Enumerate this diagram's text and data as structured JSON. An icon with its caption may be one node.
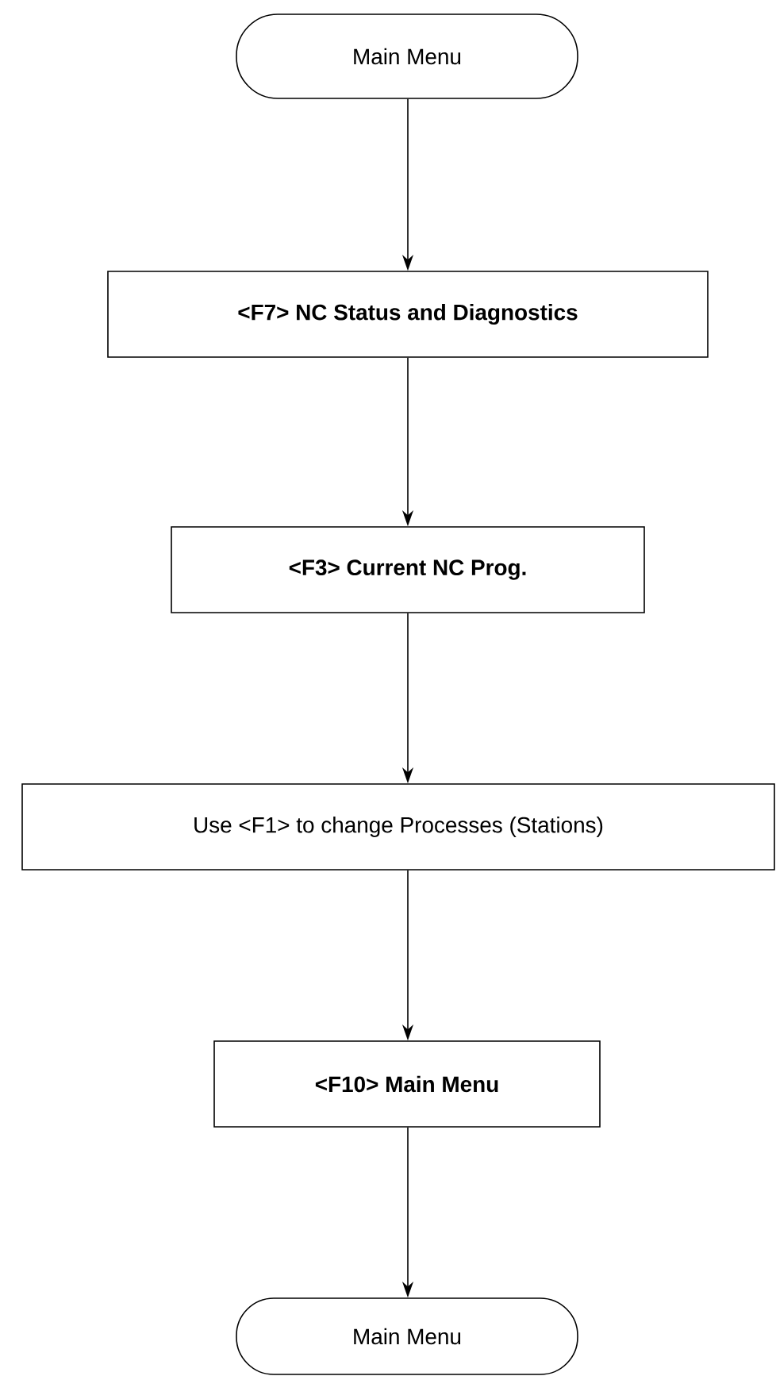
{
  "diagram": {
    "nodes": [
      {
        "text": [
          "Main Menu"
        ]
      },
      {
        "text": [
          "<F7> NC Status and Diagnostics"
        ]
      },
      {
        "text": [
          "<F3> Current NC Prog."
        ]
      },
      {
        "text": [
          "Use <F1> to change Processes (Stations)"
        ]
      },
      {
        "text": [
          "<F10> Main Menu"
        ]
      },
      {
        "text": [
          "Main Menu"
        ]
      }
    ],
    "edges": [
      {
        "from": 0,
        "to": 1,
        "arrow": "to"
      },
      {
        "from": 1,
        "to": 2,
        "arrow": "to"
      },
      {
        "from": 2,
        "to": 3,
        "arrow": "to"
      },
      {
        "from": 3,
        "to": 4,
        "arrow": "to"
      },
      {
        "from": 4,
        "to": 5,
        "arrow": "to"
      }
    ]
  }
}
